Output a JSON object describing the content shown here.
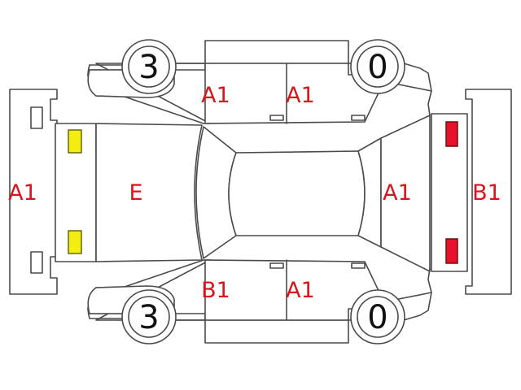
{
  "tires": {
    "front_left": "3",
    "rear_left": "0",
    "front_right": "3",
    "rear_right": "0"
  },
  "damage_codes": {
    "front_bumper": "A1",
    "hood": "E",
    "left_front_door": "A1",
    "left_rear_door": "A1",
    "tailgate": "A1",
    "rear_bumper": "B1",
    "right_front_door": "B1",
    "right_rear_door": "A1"
  },
  "colors": {
    "code_text": "#d8141c",
    "headlight": "#f2ee12",
    "taillight": "#e8102a",
    "outline": "#4a4a4a"
  }
}
